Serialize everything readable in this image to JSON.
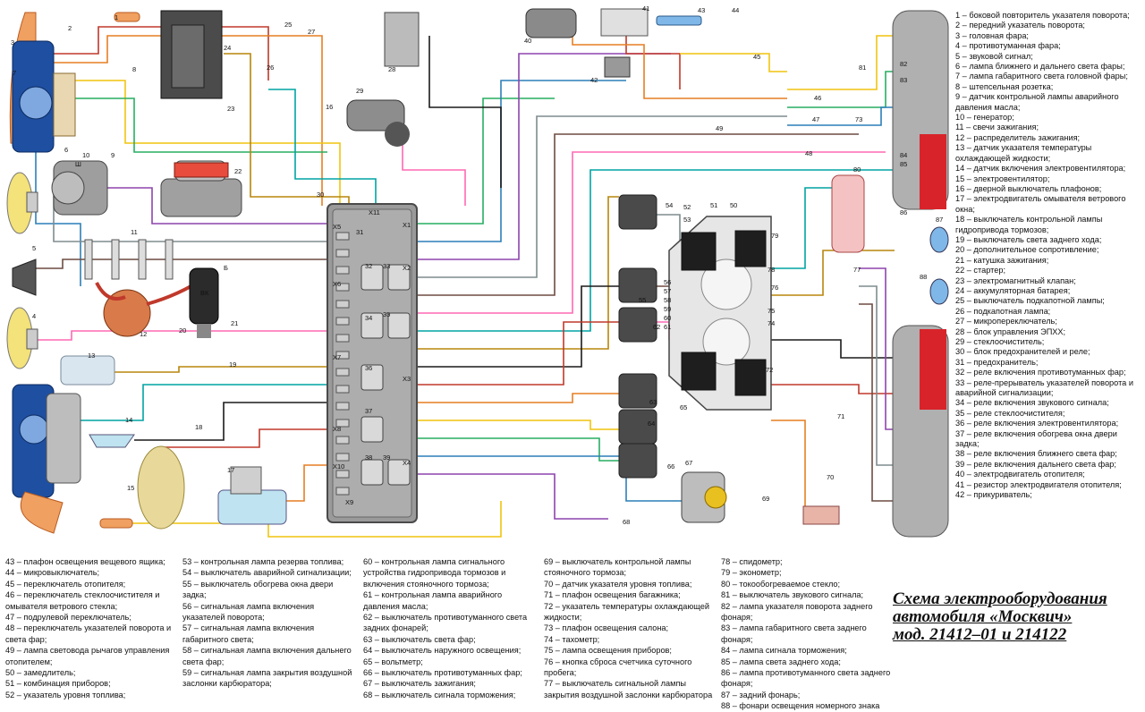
{
  "title": {
    "line1": "Схема электрооборудования",
    "line2": "автомобиля «Москвич»",
    "line3": "мод. 21412–01 и 214122"
  },
  "legend_right": [
    "1 – боковой повторитель указателя поворота;",
    "2 – передний указатель поворота;",
    "3 – головная фара;",
    "4 – противотуманная фара;",
    "5 – звуковой сигнал;",
    "6 – лампа ближнего и дальнего света фары;",
    "7 – лампа габаритного света головной фары;",
    "8 – штепсельная розетка;",
    "9 – датчик контрольной лампы аварийного давления масла;",
    "10 – генератор;",
    "11 – свечи зажигания;",
    "12 – распределитель зажигания;",
    "13 – датчик указателя температуры охлаждающей жидкости;",
    "14 – датчик включения электровентилятора;",
    "15 – электровентилятор;",
    "16 – дверной выключатель плафонов;",
    "17 – электродвигатель омывателя ветрового окна;",
    "18 – выключатель контрольной лампы гидропривода тормозов;",
    "19 – выключатель света заднего хода;",
    "20 – дополнительное сопротивление;",
    "21 – катушка зажигания;",
    "22 – стартер;",
    "23 – электромагнитный клапан;",
    "24 – аккумуляторная батарея;",
    "25 – выключатель подкапотной лампы;",
    "26 – подкапотная лампа;",
    "27 – микропереключатель;",
    "28 – блок управления ЭПХХ;",
    "29 – стеклоочиститель;",
    "30 – блок предохранителей и реле;",
    "31 – предохранитель;",
    "32 – реле включения противотуманных фар;",
    "33 – реле-прерыватель указателей поворота и аварийной сигнализации;",
    "34 – реле включения звукового сигнала;",
    "35 – реле стеклоочистителя;",
    "36 – реле включения электровентилятора;",
    "37 – реле включения обогрева окна двери задка;",
    "38 – реле включения ближнего света фар;",
    "39 – реле включения дальнего света фар;",
    "40 – электродвигатель отопителя;",
    "41 – резистор электродвигателя отопителя;",
    "42 – прикуриватель;"
  ],
  "legend_bottom": {
    "col1": [
      "43 – плафон освещения вещевого ящика;",
      "44 – микровыключатель;",
      "45 – переключатель отопителя;",
      "46 – переключатель стеклоочистителя и омывателя ветрового стекла;",
      "47 – подрулевой переключатель;",
      "48 – переключатель указателей поворота и света фар;",
      "49 – лампа световода рычагов управления отопителем;",
      "50 – замедлитель;",
      "51 – комбинация приборов;",
      "52 – указатель уровня топлива;"
    ],
    "col2": [
      "53 – контрольная лампа резерва топлива;",
      "54 – выключатель аварийной сигнализации;",
      "55 – выключатель обогрева окна двери задка;",
      "56 – сигнальная лампа включения указателей поворота;",
      "57 – сигнальная лампа включения габаритного света;",
      "58 – сигнальная лампа включения дальнего света фар;",
      "59 – сигнальная лампа закрытия воздушной заслонки карбюратора;"
    ],
    "col3": [
      "60 – контрольная лампа сигнального устройства гидропривода тормозов и включения стояночного тормоза;",
      "61 – контрольная лампа аварийного давления масла;",
      "62 – выключатель противотуманного света задних фонарей;",
      "63 – выключатель света фар;",
      "64 – выключатель наружного освещения;",
      "65 – вольтметр;",
      "66 – выключатель противотуманных фар;",
      "67 – выключатель зажигания;",
      "68 – выключатель сигнала торможения;"
    ],
    "col4": [
      "69 – выключатель контрольной лампы стояночного тормоза;",
      "70 – датчик указателя уровня топлива;",
      "71 – плафон освещения багажника;",
      "72 – указатель температуры охлаждающей жидкости;",
      "73 – плафон освещения салона;",
      "74 – тахометр;",
      "75 – лампа освещения приборов;",
      "76 – кнопка сброса счетчика суточного пробега;",
      "77 – выключатель сигнальной лампы закрытия воздушной заслонки карбюратора"
    ],
    "col5": [
      "78 – спидометр;",
      "79 – эконометр;",
      "80 – токообогреваемое стекло;",
      "81 – выключатель звукового сигнала;",
      "82 – лампа указателя поворота заднего фонаря;",
      "83 – лампа габаритного света заднего фонаря;",
      "84 – лампа сигнала торможения;",
      "85 – лампа света заднего хода;",
      "86 – лампа противотуманного света заднего фонаря;",
      "87 – задний фонарь;",
      "88 – фонари освещения номерного знака"
    ]
  },
  "component_labels": {
    "n1": "1",
    "n2": "2",
    "n3": "3",
    "n4": "4",
    "n5": "5",
    "n6": "6",
    "n7": "7",
    "n8": "8",
    "n9": "9",
    "n10": "10",
    "n11": "11",
    "n12": "12",
    "n13": "13",
    "n14": "14",
    "n15": "15",
    "n16": "16",
    "n17": "17",
    "n18": "18",
    "n19": "19",
    "n20": "20",
    "n21": "21",
    "n22": "22",
    "n23": "23",
    "n24": "24",
    "n25": "25",
    "n26": "26",
    "n27": "27",
    "n28": "28",
    "n29": "29",
    "n30": "30",
    "n31": "31",
    "n32": "32",
    "n33": "33",
    "n34": "34",
    "n35": "35",
    "n36": "36",
    "n37": "37",
    "n38": "38",
    "n39": "39",
    "n40": "40",
    "n41": "41",
    "n42": "42",
    "n43": "43",
    "n44": "44",
    "n45": "45",
    "n46": "46",
    "n47": "47",
    "n48": "48",
    "n49": "49",
    "n50": "50",
    "n51": "51",
    "n52": "52",
    "n53": "53",
    "n54": "54",
    "n55": "55",
    "n56": "56",
    "n57": "57",
    "n58": "58",
    "n59": "59",
    "n60": "60",
    "n61": "61",
    "n62": "62",
    "n63": "63",
    "n64": "64",
    "n65": "65",
    "n66": "66",
    "n67": "67",
    "n68": "68",
    "n69": "69",
    "n70": "70",
    "n71": "71",
    "n72": "72",
    "n73": "73",
    "n74": "74",
    "n75": "75",
    "n76": "76",
    "n77": "77",
    "n78": "78",
    "n79": "79",
    "n80": "80",
    "n81": "81",
    "n82": "82",
    "n83": "83",
    "n84": "84",
    "n85": "85",
    "n86": "86",
    "n87": "87",
    "n88": "88",
    "x1": "X1",
    "x2": "X2",
    "x3": "X3",
    "x4": "X4",
    "x5": "X5",
    "x6": "X6",
    "x7": "X7",
    "x8": "X8",
    "x9": "X9",
    "x10": "X10",
    "x11": "X11",
    "sh": "Ш",
    "b": "Б",
    "vk": "ВК"
  },
  "colors": {
    "fuse_box": "#9a9a9a",
    "headlight_blue": "#2a63b8",
    "rear_lamp_red": "#d8232a",
    "orange_turn": "#e87a2b",
    "wire_palette": [
      "#c0392b",
      "#e67e22",
      "#f1c40f",
      "#27ae60",
      "#2c7fb8",
      "#8e44ad",
      "#7f8c8d",
      "#6d4c41",
      "#ff69b4",
      "#00a3a3",
      "#b8860b",
      "#1a1a1a"
    ]
  }
}
